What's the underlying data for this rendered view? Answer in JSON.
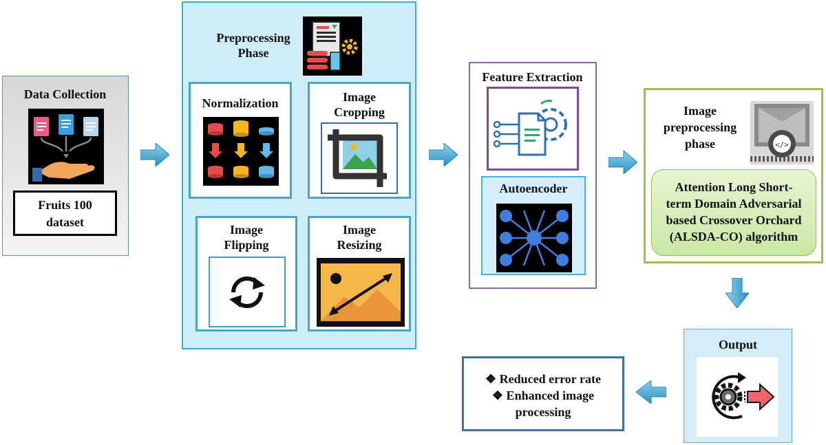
{
  "data_collection": {
    "title": "Data Collection",
    "dataset_line1": "Fruits 100",
    "dataset_line2": "dataset"
  },
  "preprocessing": {
    "title_line1": "Preprocessing",
    "title_line2": "Phase",
    "normalization": "Normalization",
    "cropping_line1": "Image",
    "cropping_line2": "Cropping",
    "flipping_line1": "Image",
    "flipping_line2": "Flipping",
    "resizing_line1": "Image",
    "resizing_line2": "Resizing"
  },
  "feature": {
    "title": "Feature Extraction",
    "autoencoder": "Autoencoder"
  },
  "image_preprocessing": {
    "title_line1": "Image",
    "title_line2": "preprocessing",
    "title_line3": "phase",
    "algo_line1": "Attention Long Short-",
    "algo_line2": "term Domain Adversarial",
    "algo_line3": "based Crossover Orchard",
    "algo_line4": "(ALSDA-CO) algorithm"
  },
  "output": {
    "title": "Output"
  },
  "results": {
    "item1": "❖ Reduced error rate",
    "item2_line1": "❖ Enhanced image",
    "item2_line2": "processing"
  },
  "colors": {
    "arrow": "#49b0d8",
    "preprocess_bg": "#cfeefa",
    "accent_green": "#9cc14b",
    "accent_purple": "#8a68ad"
  }
}
